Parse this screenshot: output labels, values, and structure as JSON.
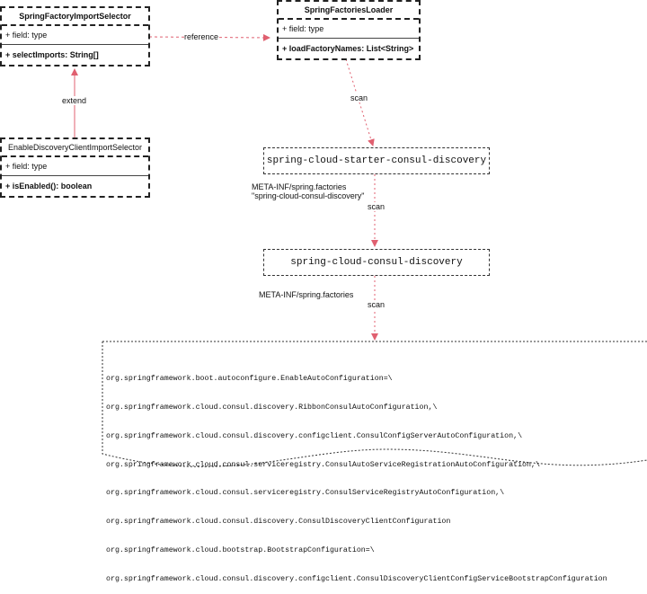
{
  "classes": {
    "selector": {
      "name": "SpringFactoryImportSelector",
      "field": "+ field: type",
      "method": "+ selectImports: String[]"
    },
    "loader": {
      "name": "SpringFactoriesLoader",
      "field": "+ field: type",
      "method": "+ loadFactoryNames: List<String>"
    },
    "enable": {
      "name": "EnableDiscoveryClientImportSelector",
      "field": "+ field: type",
      "method": "+ isEnabled(): boolean"
    }
  },
  "edges": {
    "reference": "reference",
    "extend": "extend",
    "scan1": "scan",
    "scan2": "scan",
    "scan3": "scan"
  },
  "packages": {
    "starter": "spring-cloud-starter-consul-discovery",
    "consul": "spring-cloud-consul-discovery"
  },
  "notes": {
    "meta1_line1": "META-INF/spring.factories",
    "meta1_line2": "\"spring-cloud-consul-discovery\"",
    "meta2": "META-INF/spring.factories"
  },
  "factories": [
    "org.springframework.boot.autoconfigure.EnableAutoConfiguration=\\",
    "org.springframework.cloud.consul.discovery.RibbonConsulAutoConfiguration,\\",
    "org.springframework.cloud.consul.discovery.configclient.ConsulConfigServerAutoConfiguration,\\",
    "org.springframework.cloud.consul.serviceregistry.ConsulAutoServiceRegistrationAutoConfiguration,\\",
    "org.springframework.cloud.consul.serviceregistry.ConsulServiceRegistryAutoConfiguration,\\",
    "org.springframework.cloud.consul.discovery.ConsulDiscoveryClientConfiguration",
    "org.springframework.cloud.bootstrap.BootstrapConfiguration=\\",
    "org.springframework.cloud.consul.discovery.configclient.ConsulDiscoveryClientConfigServiceBootstrapConfiguration"
  ],
  "colors": {
    "arrow": "#e06070"
  }
}
